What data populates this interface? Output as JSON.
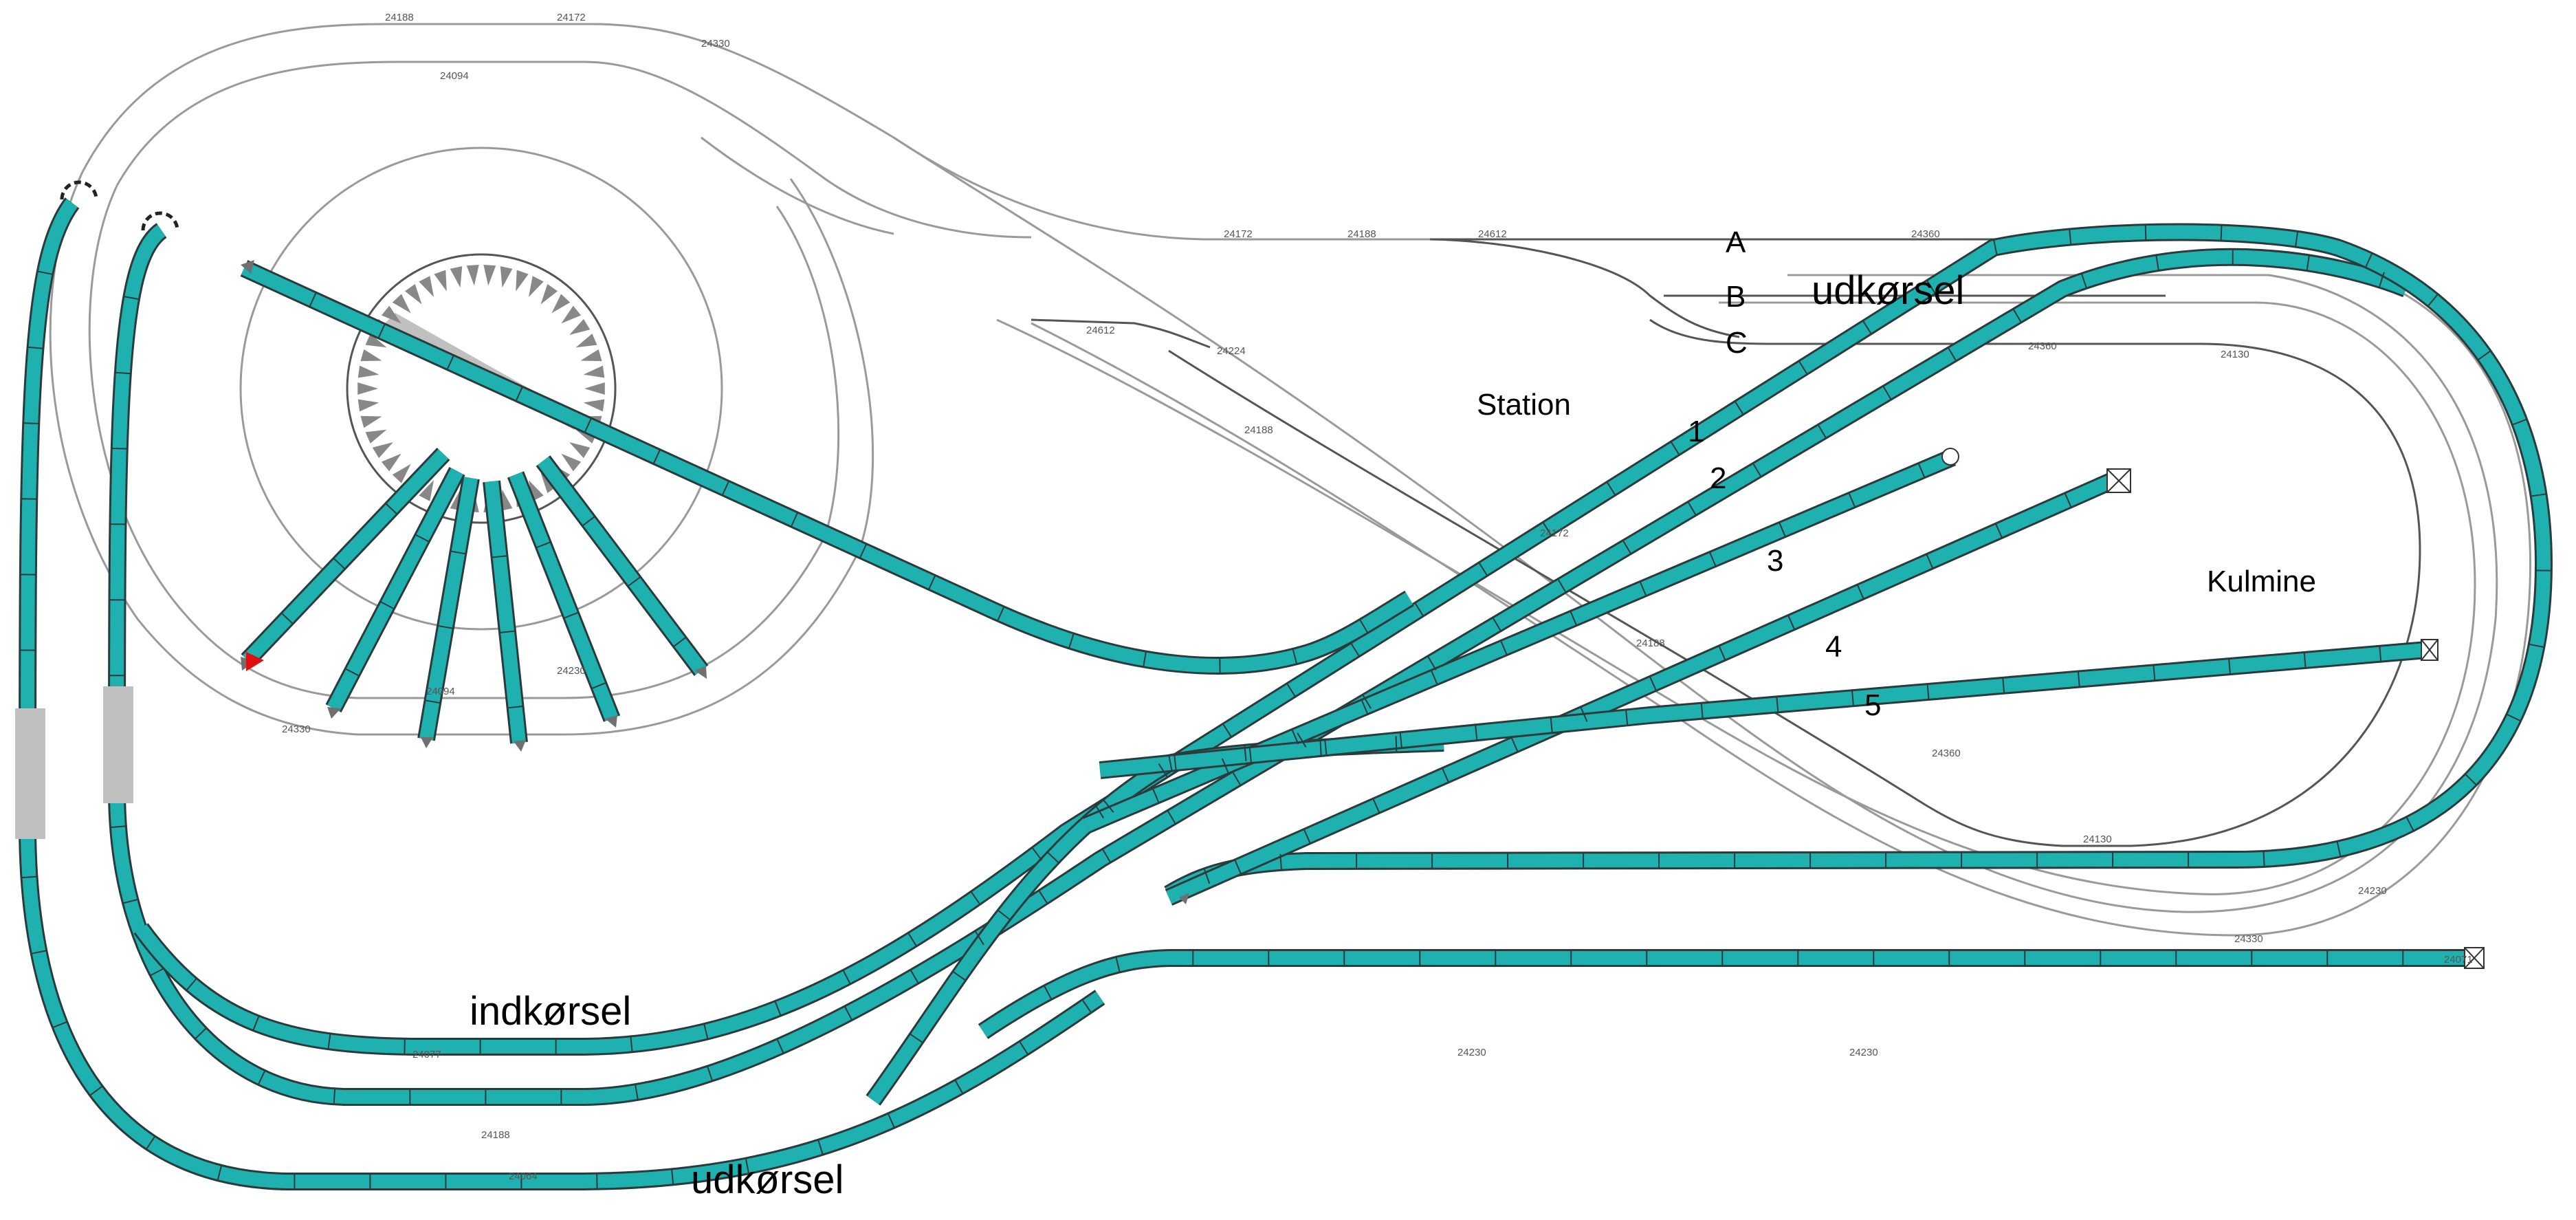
{
  "labels": {
    "station": "Station",
    "kulmine": "Kulmine",
    "udkorsel_top": "udkørsel",
    "udkorsel_bottom": "udkørsel",
    "indkorsel": "indkørsel",
    "track_a": "A",
    "track_b": "B",
    "track_c": "C",
    "track_1": "1",
    "track_2": "2",
    "track_3": "3",
    "track_4": "4",
    "track_5": "5"
  },
  "piece_codes": {
    "c1": "24188",
    "c2": "24172",
    "c3": "24330",
    "c4": "24230",
    "c5": "24094",
    "c6": "24360",
    "c7": "24612",
    "c8": "24224",
    "c9": "24130",
    "c10": "24077",
    "c11": "24071",
    "c12": "24064"
  },
  "colors": {
    "track_fill": "#1fb0b0",
    "track_edge": "#2b3b3b",
    "ghost_track": "#9a9a9a",
    "buffer_gray": "#c0c0c0",
    "arrow_red": "#e01010"
  }
}
